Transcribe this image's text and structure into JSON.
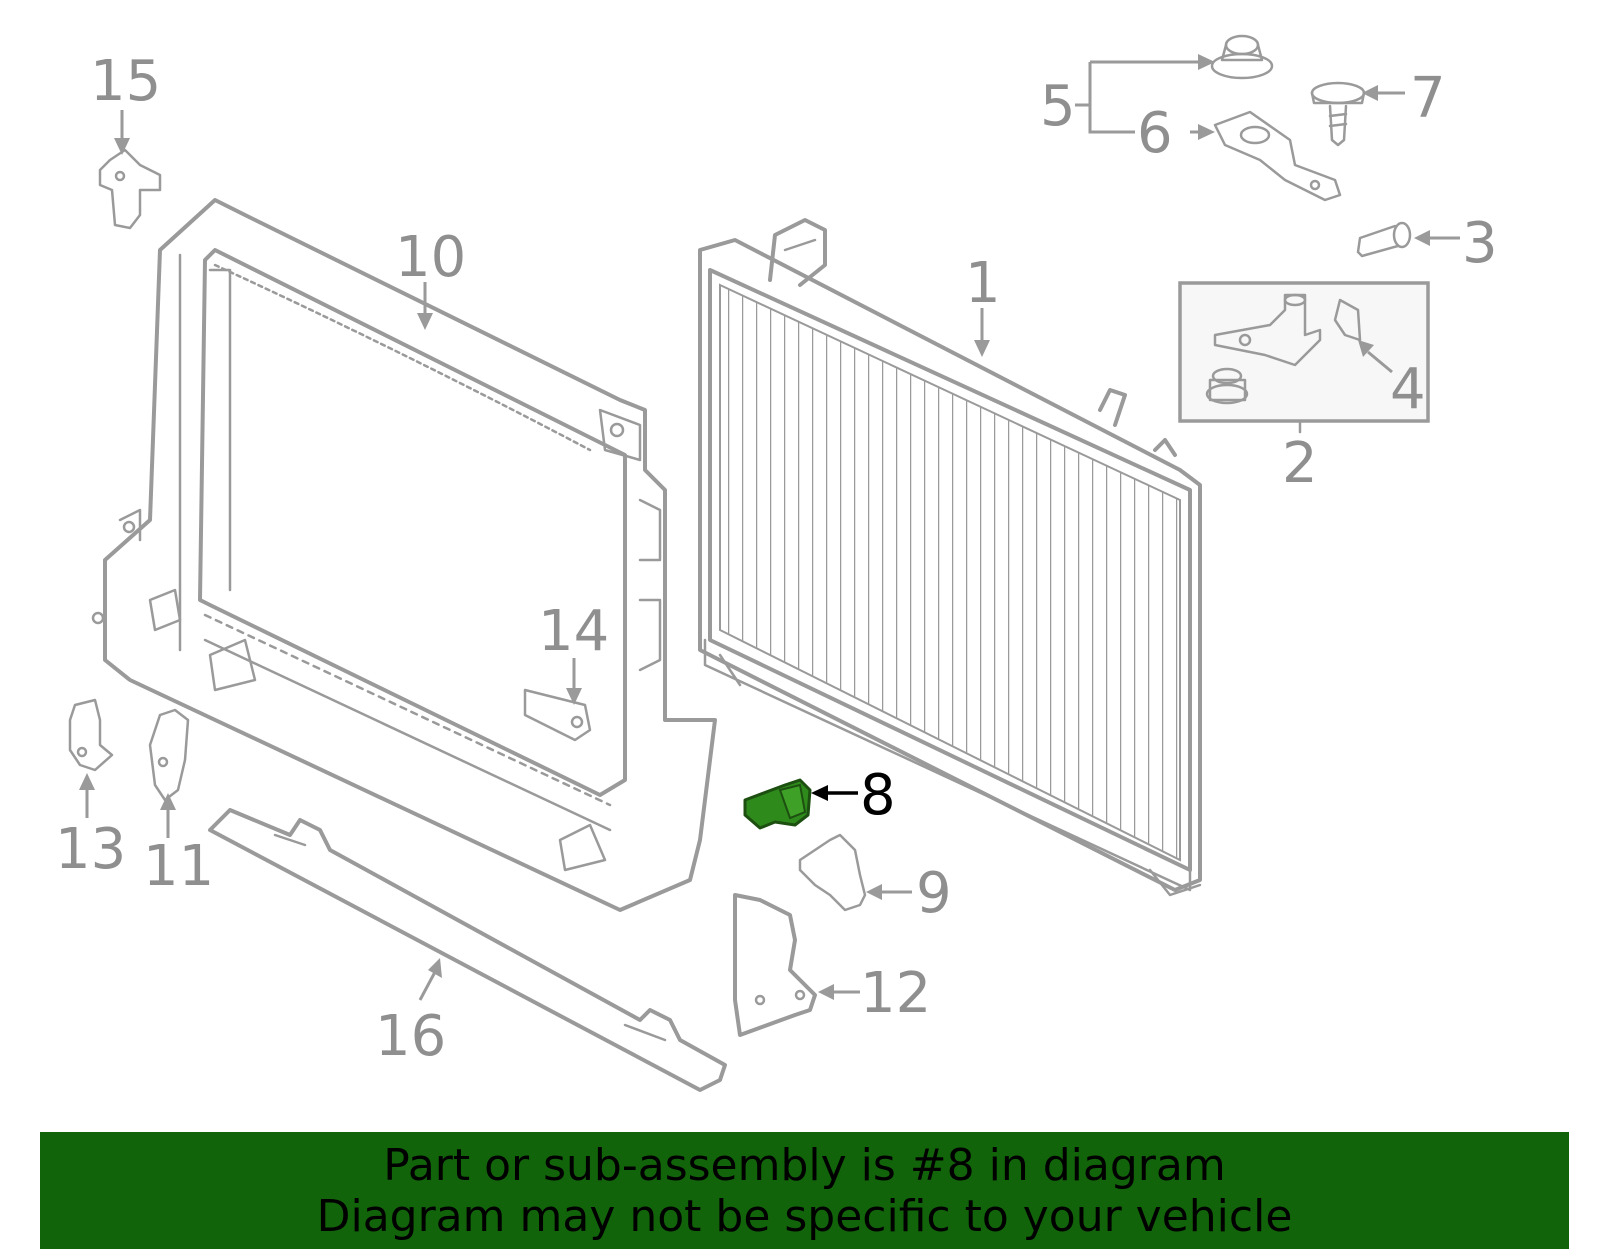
{
  "diagram": {
    "highlighted_part": "8",
    "highlight_color": "#2f8a1c",
    "line_color": "#9a9a9a",
    "callouts": [
      "1",
      "2",
      "3",
      "4",
      "5",
      "6",
      "7",
      "8",
      "9",
      "10",
      "11",
      "12",
      "13",
      "14",
      "15",
      "16"
    ]
  },
  "banner": {
    "line1": "Part or sub-assembly is #8 in diagram",
    "line2": "Diagram may not be specific to your vehicle",
    "background": "#12640a"
  }
}
